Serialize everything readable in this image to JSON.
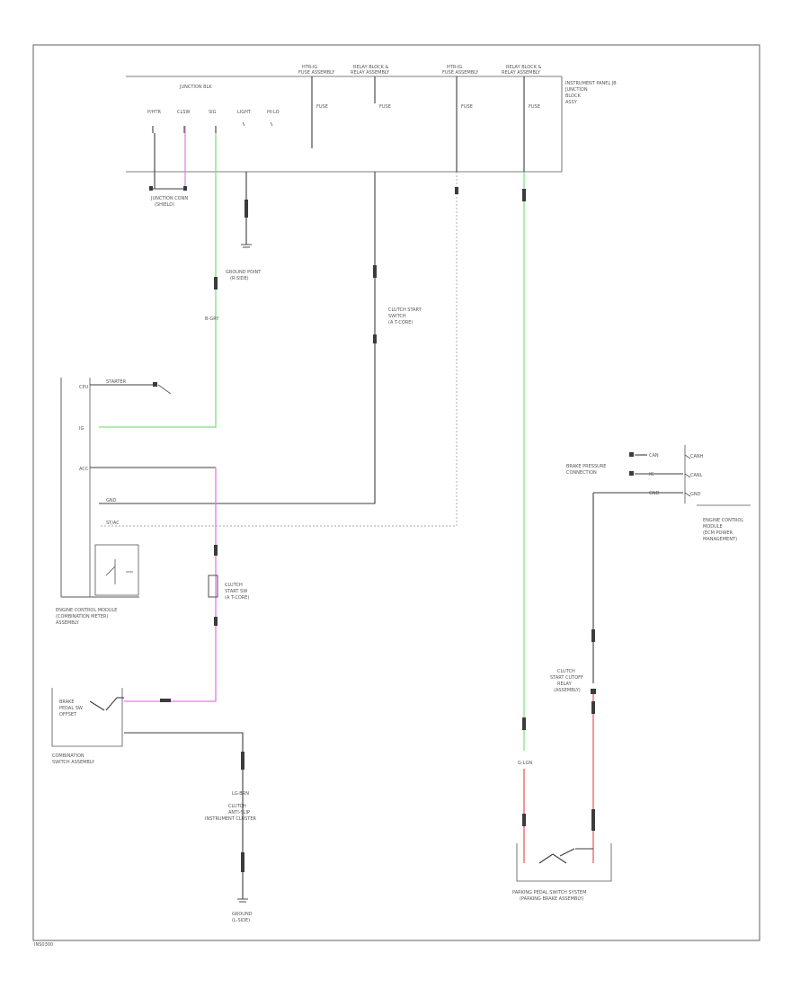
{
  "colors": {
    "background": "#ffffff",
    "frame": "#7a7a7a",
    "wire_black": "#3c3c3c",
    "wire_green": "#7fe07f",
    "wire_pink": "#e57ae5",
    "wire_red": "#f06a6a"
  },
  "labels": {
    "top_fuse_1": "HTR-IG",
    "top_fuse_1_sub": "FUSE ASSEMBLY",
    "top_fuse_2": "RELAY BLOCK &",
    "top_fuse_2_sub": "RELAY ASSEMBLY",
    "top_fuse_3": "HTR-IG",
    "top_fuse_3_sub": "FUSE ASSEMBLY",
    "top_fuse_4": "RELAY BLOCK &",
    "top_fuse_4_sub": "RELAY ASSEMBLY",
    "junction_block": "JUNCTION BLK",
    "pin_1": "P/HTR",
    "pin_2": "CLSW",
    "pin_3": "SIG",
    "pin_4": "LIGHT",
    "pin_5": "HI-LO",
    "fuse_a": "FUSE",
    "fuse_b": "FUSE",
    "fuse_c": "FUSE",
    "fuse_d": "FUSE",
    "right_box": "INSTRUMENT PANEL JB",
    "right_box_2": "JUNCTION",
    "right_box_3": "BLOCK",
    "right_box_4": "ASSY",
    "connector_left": "JUNCTION CONN",
    "connector_left_2": "(SHIELD)",
    "ground_1": "GROUND POINT",
    "ground_1_sub": "(R-SIDE)",
    "wire_code_1": "B-GRY",
    "relay_label": "CLUTCH START",
    "relay_label_2": "SWITCH",
    "relay_label_3": "(A T-CORE)",
    "ecu_pin_1": "CPU",
    "ecu_pin_2": "STARTER",
    "ecu_pin_3": "IG",
    "ecu_pin_4": "ACC",
    "ecu_pin_5": "GND",
    "ecu_pin_6": "ST/AC",
    "ecu_label": "ENGINE CONTROL MODULE",
    "ecu_label_2": "(COMBINATION METER)",
    "ecu_label_3": "ASSEMBLY",
    "clutch_sw": "CLUTCH",
    "clutch_sw_2": "START SW",
    "clutch_sw_3": "(A T-CORE)",
    "stop_sw_1": "BRAKE",
    "stop_sw_2": "PEDAL SW",
    "stop_sw_3": "OFFSET",
    "switch_box": "COMBINATION",
    "switch_box_2": "SWITCH ASSEMBLY",
    "lower_wire_1": "LG-BRN",
    "lower_fuse_1": "CLUTCH",
    "lower_fuse_2": "ANTI-SLIP",
    "lower_fuse_3": "INSTRUMENT CLUSTER",
    "ground_2": "GROUND",
    "ground_2_sub": "(L-SIDE)",
    "right_conn_1": "BRAKE PRESSURE",
    "right_conn_2": "CONNECTION",
    "right_conn_pin_1": "CAN",
    "right_conn_pin_2": "IG",
    "right_conn_pin_3": "GND",
    "right_pin_a": "CANH",
    "right_pin_b": "CANL",
    "right_pin_c": "GND",
    "right_ecu": "ENGINE CONTROL",
    "right_ecu_2": "MODULE",
    "right_ecu_3": "(ECM POWER",
    "right_ecu_4": "MANAGEMENT)",
    "right_relay_1": "CLUTCH",
    "right_relay_2": "START CUTOFF",
    "right_relay_3": "RELAY",
    "right_relay_4": "(ASSEMBLY)",
    "green_wire_code": "G-LGN",
    "bottom_sw_label": "PARKING PEDAL SWITCH SYSTEM",
    "bottom_sw_label_2": "(PARKING BRAKE ASSEMBLY)",
    "bottom_left_tag": "INS0300"
  }
}
